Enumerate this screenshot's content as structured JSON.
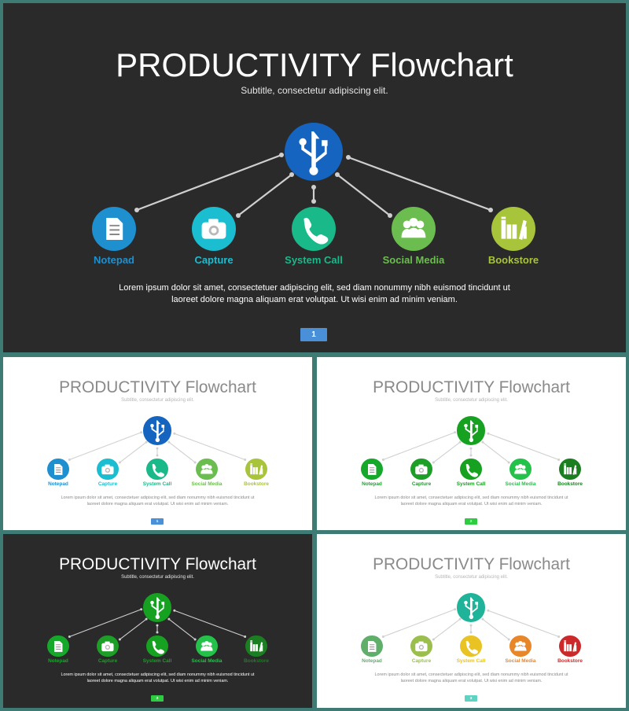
{
  "slides": [
    {
      "theme": "dark",
      "title": "PRODUCTIVITY Flowchart",
      "subtitle": "Subtitle, consectetur adipiscing elit.",
      "body": "Lorem ipsum dolor sit amet, consectetuer adipiscing elit,  sed diam nonummy nibh euismod tincidunt ut laoreet dolore magna aliquam erat volutpat. Ut wisi enim ad minim veniam.",
      "page": "1",
      "hub_color": "#1565c0",
      "page_color": "#4a90d9",
      "nodes": [
        {
          "label": "Notepad",
          "icon": "notepad-icon",
          "color": "#1e8fcf"
        },
        {
          "label": "Capture",
          "icon": "camera-icon",
          "color": "#1bbdd0"
        },
        {
          "label": "System Call",
          "icon": "phone-icon",
          "color": "#19b98a"
        },
        {
          "label": "Social Media",
          "icon": "people-icon",
          "color": "#6cbd4f"
        },
        {
          "label": "Bookstore",
          "icon": "books-icon",
          "color": "#a8c43a"
        }
      ]
    },
    {
      "theme": "light",
      "title": "PRODUCTIVITY Flowchart",
      "subtitle": "Subtitle, consectetur adipiscing elit.",
      "body": "Lorem ipsum dolor sit amet, consectetuer adipiscing elit,  sed diam nonummy nibh euismod tincidunt ut laoreet dolore magna aliquam erat volutpat. Ut wisi enim ad minim veniam.",
      "page": "1",
      "hub_color": "#1565c0",
      "page_color": "#4a90d9",
      "nodes": [
        {
          "label": "Notepad",
          "icon": "notepad-icon",
          "color": "#1e8fcf"
        },
        {
          "label": "Capture",
          "icon": "camera-icon",
          "color": "#1bbdd0"
        },
        {
          "label": "System Call",
          "icon": "phone-icon",
          "color": "#19b98a"
        },
        {
          "label": "Social Media",
          "icon": "people-icon",
          "color": "#6cbd4f"
        },
        {
          "label": "Bookstore",
          "icon": "books-icon",
          "color": "#a8c43a"
        }
      ]
    },
    {
      "theme": "light",
      "title": "PRODUCTIVITY Flowchart",
      "subtitle": "Subtitle, consectetur adipiscing elit.",
      "body": "Lorem ipsum dolor sit amet, consectetuer adipiscing elit,  sed diam nonummy nibh euismod tincidunt ut laoreet dolore magna aliquam erat volutpat. Ut wisi enim ad minim veniam.",
      "page": "2",
      "hub_color": "#17a121",
      "page_color": "#2ecc40",
      "nodes": [
        {
          "label": "Notepad",
          "icon": "notepad-icon",
          "color": "#16a82a"
        },
        {
          "label": "Capture",
          "icon": "camera-icon",
          "color": "#1d9e27"
        },
        {
          "label": "System Call",
          "icon": "phone-icon",
          "color": "#17a121"
        },
        {
          "label": "Social Media",
          "icon": "people-icon",
          "color": "#24c24a"
        },
        {
          "label": "Bookstore",
          "icon": "books-icon",
          "color": "#1b7f22"
        }
      ]
    },
    {
      "theme": "dark",
      "title": "PRODUCTIVITY Flowchart",
      "subtitle": "Subtitle, consectetur adipiscing elit.",
      "body": "Lorem ipsum dolor sit amet, consectetuer adipiscing elit,  sed diam nonummy nibh euismod tincidunt ut laoreet dolore magna aliquam erat volutpat. Ut wisi enim ad minim veniam.",
      "page": "2",
      "hub_color": "#17a121",
      "page_color": "#2ecc40",
      "nodes": [
        {
          "label": "Notepad",
          "icon": "notepad-icon",
          "color": "#16a82a"
        },
        {
          "label": "Capture",
          "icon": "camera-icon",
          "color": "#1d9e27"
        },
        {
          "label": "System Call",
          "icon": "phone-icon",
          "color": "#17a121"
        },
        {
          "label": "Social Media",
          "icon": "people-icon",
          "color": "#24c24a"
        },
        {
          "label": "Bookstore",
          "icon": "books-icon",
          "color": "#1b7f22"
        }
      ]
    },
    {
      "theme": "light",
      "title": "PRODUCTIVITY Flowchart",
      "subtitle": "Subtitle, consectetur adipiscing elit.",
      "body": "Lorem ipsum dolor sit amet, consectetuer adipiscing elit,  sed diam nonummy nibh euismod tincidunt ut laoreet dolore magna aliquam erat volutpat. Ut wisi enim ad minim veniam.",
      "page": "3",
      "hub_color": "#1fb39a",
      "page_color": "#5ed3c3",
      "nodes": [
        {
          "label": "Notepad",
          "icon": "notepad-icon",
          "color": "#5fae6a"
        },
        {
          "label": "Capture",
          "icon": "camera-icon",
          "color": "#9bbf4c"
        },
        {
          "label": "System Call",
          "icon": "phone-icon",
          "color": "#e8c323"
        },
        {
          "label": "Social Media",
          "icon": "people-icon",
          "color": "#e8862a"
        },
        {
          "label": "Bookstore",
          "icon": "books-icon",
          "color": "#cc2a2a"
        }
      ]
    }
  ]
}
